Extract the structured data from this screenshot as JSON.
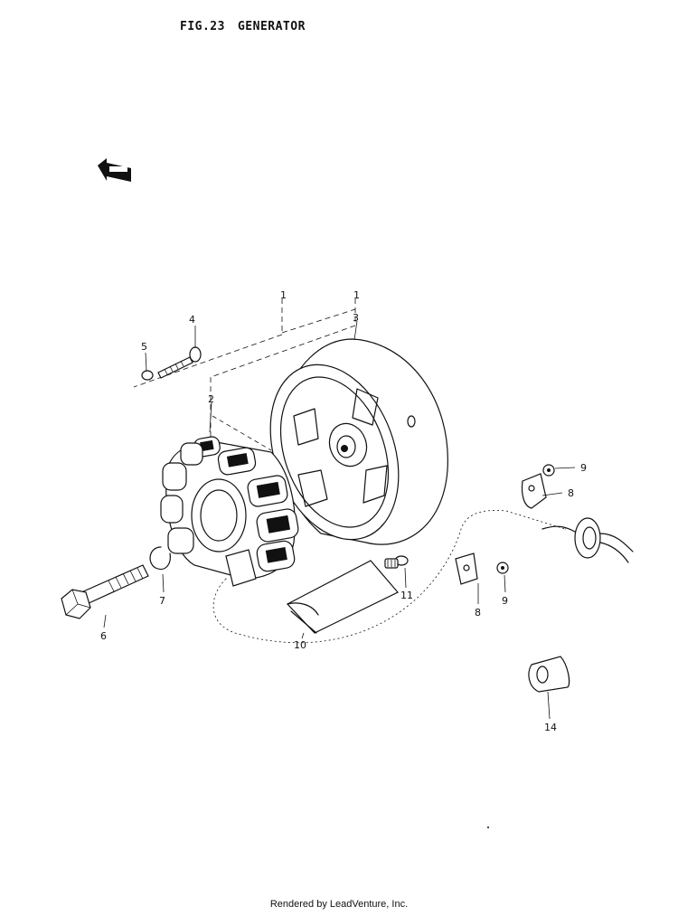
{
  "figure": {
    "number": "FIG.23",
    "name": "GENERATOR"
  },
  "callouts": {
    "p1": "1",
    "p2": "2",
    "p3": "3",
    "p4": "4",
    "p5": "5",
    "p6": "6",
    "p7": "7",
    "p8a": "8",
    "p8b": "8",
    "p9a": "9",
    "p9b": "9",
    "p10": "10",
    "p11": "11",
    "p14": "14"
  },
  "icons": {
    "front_arrow": "front-direction-arrow-icon"
  },
  "footer": "Rendered by LeadVenture, Inc."
}
